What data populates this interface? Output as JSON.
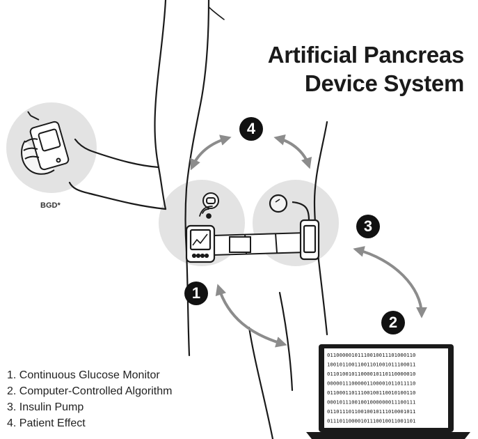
{
  "title": {
    "line1": "Artificial Pancreas",
    "line2": "Device System"
  },
  "bgd_label": "BGD*",
  "steps": [
    {
      "number": "1"
    },
    {
      "number": "2"
    },
    {
      "number": "3"
    },
    {
      "number": "4"
    }
  ],
  "legend": [
    "1. Continuous Glucose Monitor",
    "2. Computer-Controlled Algorithm",
    "3. Insulin Pump",
    "4. Patient Effect"
  ],
  "laptop_screen_lines": [
    "01100000101110010011101000110",
    "10010110011001101001011100011",
    "01101001011000010110110000010",
    "00000111000001100001011011110",
    "01100011011100100110010100110",
    "00010111001001000000011100111",
    "01101110110010010111010001011",
    "01110110000101110010011001101"
  ],
  "colors": {
    "ink": "#1a1a1a",
    "circle": "#e3e3e3",
    "arrow": "#8c8c8c",
    "badge": "#111111"
  },
  "icons": [
    "glucose-meter-icon",
    "cgm-sensor-icon",
    "insulin-pump-icon",
    "laptop-icon",
    "body-outline-icon",
    "signal-icon"
  ]
}
